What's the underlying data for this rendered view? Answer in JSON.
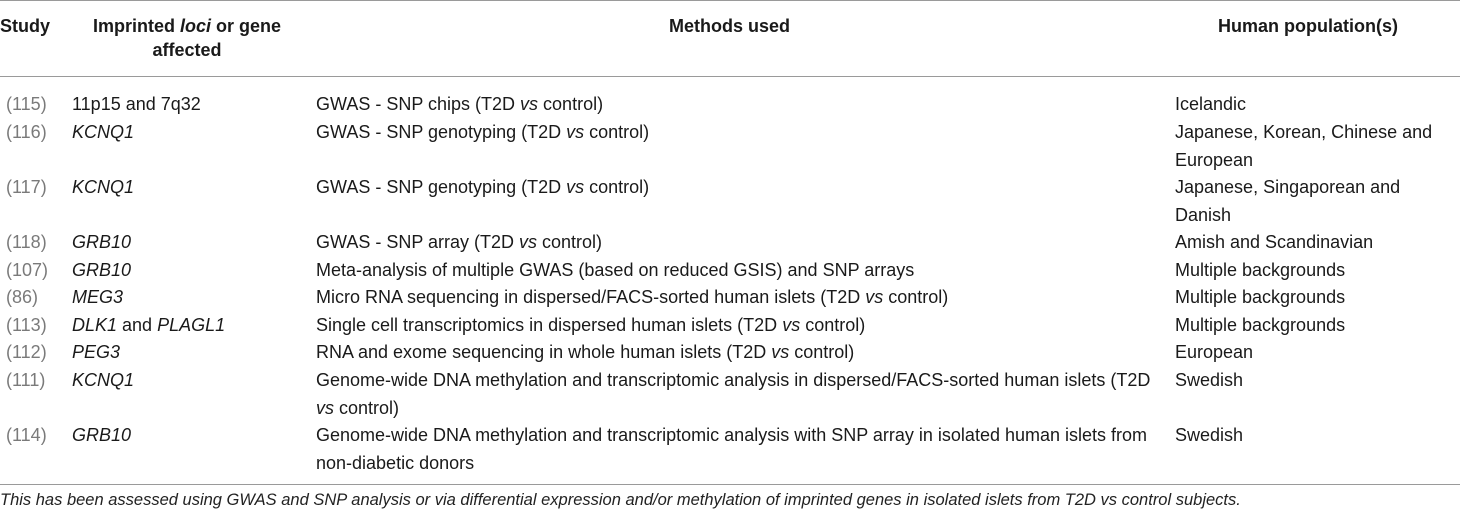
{
  "table": {
    "headers": {
      "study": "Study",
      "gene_pre": "Imprinted ",
      "gene_it": "loci",
      "gene_post": " or gene",
      "gene_line2": "affected",
      "methods": "Methods used",
      "population": "Human population(s)"
    },
    "rows": [
      {
        "study": "(115)",
        "gene": [
          {
            "t": "11p15 and 7q32",
            "i": false
          }
        ],
        "methods": [
          {
            "t": "GWAS - SNP chips (T2D ",
            "i": false
          },
          {
            "t": "vs",
            "i": true
          },
          {
            "t": " control)",
            "i": false
          }
        ],
        "population": "Icelandic"
      },
      {
        "study": "(116)",
        "gene": [
          {
            "t": "KCNQ1",
            "i": true
          }
        ],
        "methods": [
          {
            "t": "GWAS - SNP genotyping (T2D ",
            "i": false
          },
          {
            "t": "vs",
            "i": true
          },
          {
            "t": " control)",
            "i": false
          }
        ],
        "population": "Japanese, Korean, Chinese and European"
      },
      {
        "study": "(117)",
        "gene": [
          {
            "t": "KCNQ1",
            "i": true
          }
        ],
        "methods": [
          {
            "t": "GWAS - SNP genotyping (T2D ",
            "i": false
          },
          {
            "t": "vs",
            "i": true
          },
          {
            "t": " control)",
            "i": false
          }
        ],
        "population": "Japanese, Singaporean and Danish"
      },
      {
        "study": "(118)",
        "gene": [
          {
            "t": "GRB10",
            "i": true
          }
        ],
        "methods": [
          {
            "t": "GWAS - SNP array (T2D ",
            "i": false
          },
          {
            "t": "vs",
            "i": true
          },
          {
            "t": " control)",
            "i": false
          }
        ],
        "population": "Amish and Scandinavian"
      },
      {
        "study": "(107)",
        "gene": [
          {
            "t": "GRB10",
            "i": true
          }
        ],
        "methods": [
          {
            "t": "Meta-analysis of multiple GWAS (based on reduced GSIS) and SNP arrays",
            "i": false
          }
        ],
        "population": "Multiple backgrounds"
      },
      {
        "study": "(86)",
        "gene": [
          {
            "t": "MEG3",
            "i": true
          }
        ],
        "methods": [
          {
            "t": "Micro RNA sequencing in dispersed/FACS-sorted human islets (T2D ",
            "i": false
          },
          {
            "t": "vs",
            "i": true
          },
          {
            "t": " control)",
            "i": false
          }
        ],
        "population": "Multiple backgrounds"
      },
      {
        "study": "(113)",
        "gene": [
          {
            "t": "DLK1",
            "i": true
          },
          {
            "t": " and ",
            "i": false
          },
          {
            "t": "PLAGL1",
            "i": true
          }
        ],
        "methods": [
          {
            "t": "Single cell transcriptomics in dispersed human islets (T2D ",
            "i": false
          },
          {
            "t": "vs",
            "i": true
          },
          {
            "t": " control)",
            "i": false
          }
        ],
        "population": "Multiple backgrounds"
      },
      {
        "study": "(112)",
        "gene": [
          {
            "t": "PEG3",
            "i": true
          }
        ],
        "methods": [
          {
            "t": "RNA and exome sequencing in whole human islets (T2D ",
            "i": false
          },
          {
            "t": "vs",
            "i": true
          },
          {
            "t": " control)",
            "i": false
          }
        ],
        "population": "European"
      },
      {
        "study": "(111)",
        "gene": [
          {
            "t": "KCNQ1",
            "i": true
          }
        ],
        "methods": [
          {
            "t": "Genome-wide DNA methylation and transcriptomic analysis in dispersed/FACS-sorted human islets (T2D ",
            "i": false
          },
          {
            "t": "vs",
            "i": true
          },
          {
            "t": " control)",
            "i": false
          }
        ],
        "population": "Swedish"
      },
      {
        "study": "(114)",
        "gene": [
          {
            "t": "GRB10",
            "i": true
          }
        ],
        "methods": [
          {
            "t": "Genome-wide DNA methylation and transcriptomic analysis with SNP array in isolated human islets from non-diabetic donors",
            "i": false
          }
        ],
        "population": "Swedish"
      }
    ]
  },
  "footnote": "This has been assessed using GWAS and SNP analysis or via differential expression and/or methylation of imprinted genes in isolated islets from T2D vs control subjects."
}
